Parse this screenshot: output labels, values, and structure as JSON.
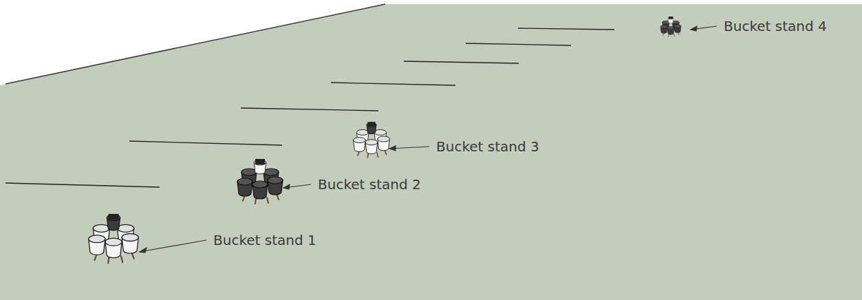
{
  "diagram": {
    "labels": [
      "Bucket stand 1",
      "Bucket stand 2",
      "Bucket stand 3",
      "Bucket stand 4"
    ]
  }
}
